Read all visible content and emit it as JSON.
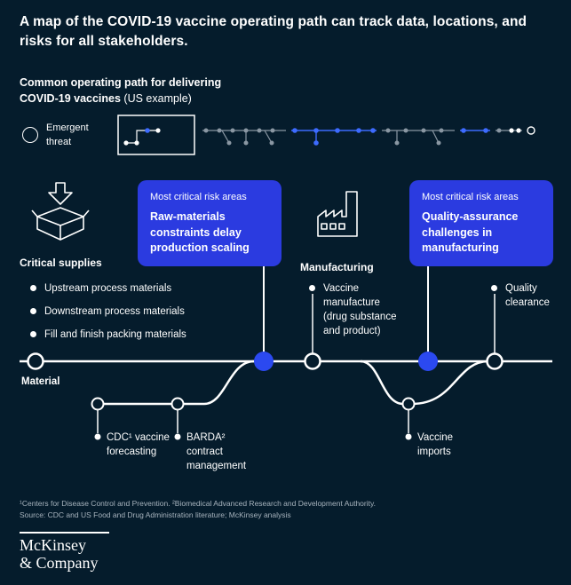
{
  "colors": {
    "background": "#051c2c",
    "callout_blue": "#2b3be0",
    "node_blue": "#2b49f0",
    "minimap_blue": "#3d6bff",
    "minimap_gray": "#8a97a3",
    "footnote_gray": "#a7b3bd",
    "white": "#ffffff"
  },
  "title": "A map of the COVID-19 vaccine operating path can track data, locations, and risks for all stakeholders.",
  "subtitle": {
    "bold": "Common operating path for delivering COVID-19 vaccines",
    "normal": " (US example)"
  },
  "legend": {
    "label": "Emergent threat"
  },
  "callouts": {
    "left": {
      "eyebrow": "Most critical risk areas",
      "text": "Raw-materials constraints delay production scaling"
    },
    "right": {
      "eyebrow": "Most critical risk areas",
      "text": "Quality-assurance challenges in manufacturing"
    }
  },
  "sections": {
    "critical_supplies": {
      "label": "Critical supplies",
      "bullets": [
        "Upstream process materials",
        "Downstream process materials",
        "Fill and finish packing materials"
      ]
    },
    "manufacturing": {
      "label": "Manufacturing",
      "bullet": "Vaccine manufacture (drug substance and product)"
    },
    "quality": {
      "bullet": "Quality clearance"
    }
  },
  "pathway": {
    "material_label": "Material",
    "sub_nodes": [
      {
        "label": "CDC¹ vaccine forecasting"
      },
      {
        "label": "BARDA² contract management"
      },
      {
        "label": "Vaccine imports"
      }
    ]
  },
  "footnotes": {
    "line1": "¹Centers for Disease Control and Prevention. ²Biomedical Advanced Research and Development Authority.",
    "line2": "Source: CDC and US Food and Drug Administration literature; McKinsey analysis"
  },
  "logo": {
    "line1": "McKinsey",
    "line2": "& Company"
  }
}
